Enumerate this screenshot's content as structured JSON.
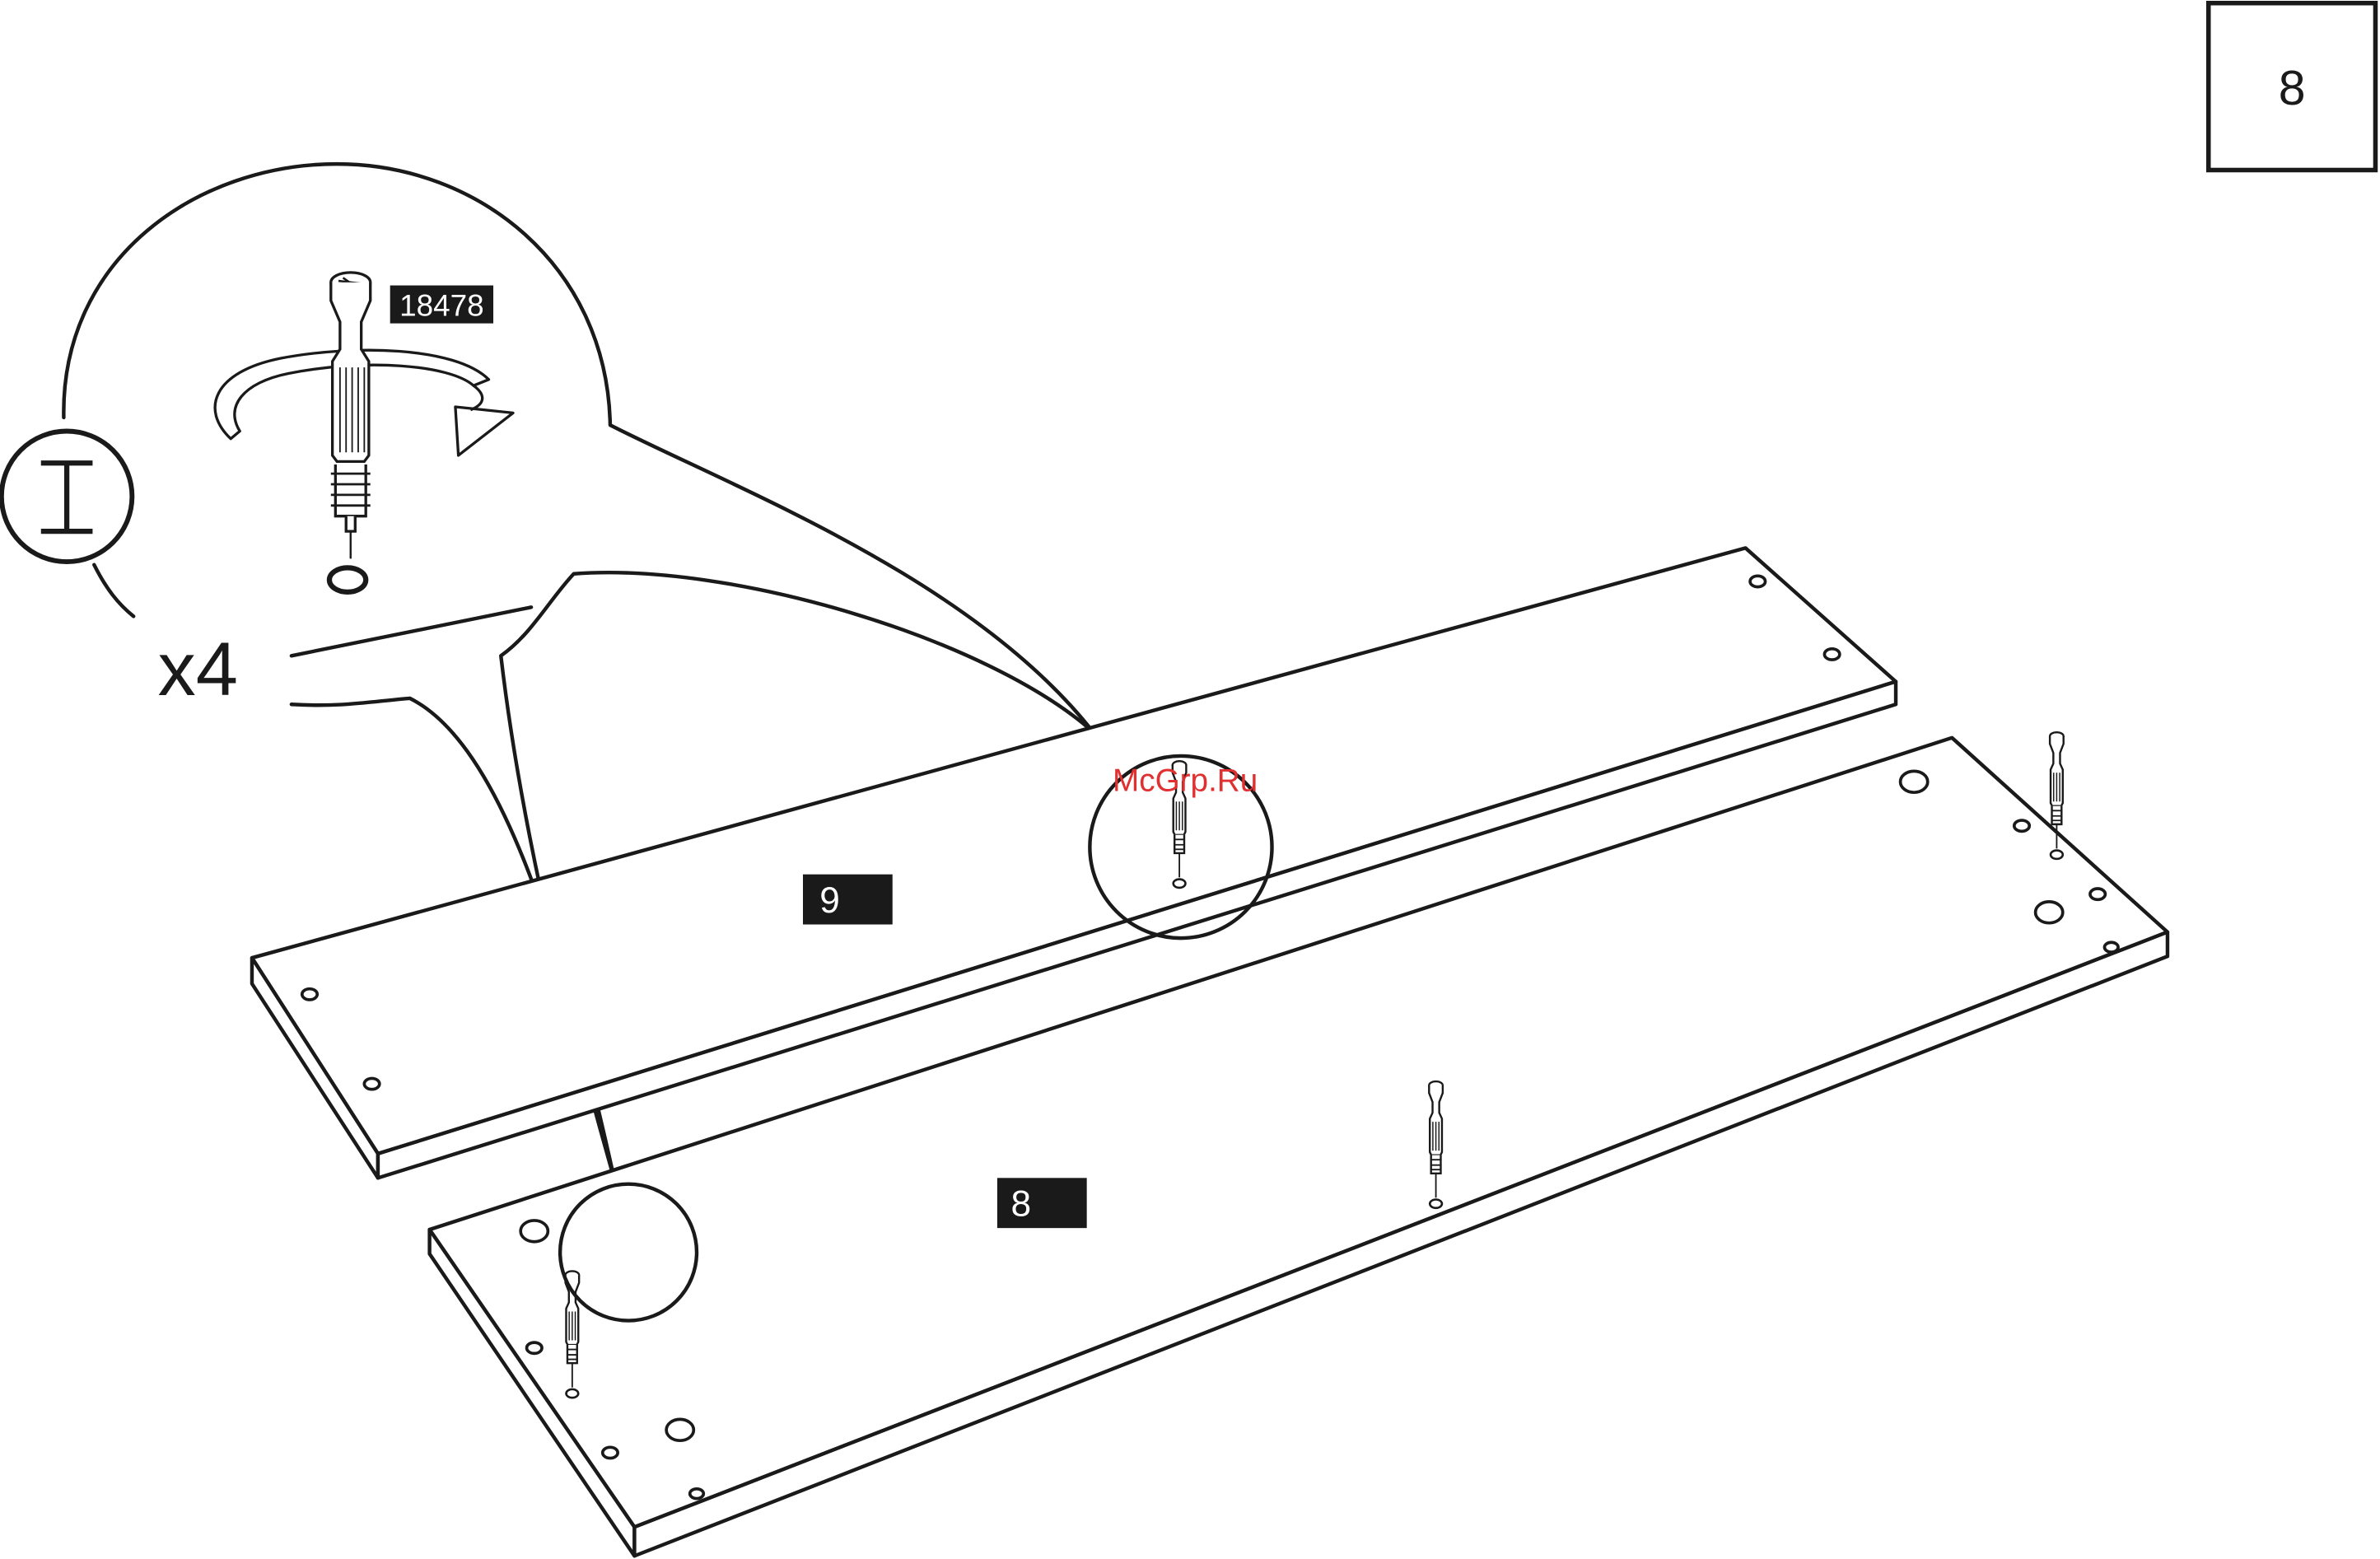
{
  "step": {
    "number": "8"
  },
  "detail": {
    "part_code": "18478",
    "quantity": "x4",
    "tool_icon": "flat-screwdriver-icon",
    "rotation_icon": "rotate-clockwise-arrow-icon"
  },
  "panels": {
    "upper": {
      "label": "9"
    },
    "lower": {
      "label": "8"
    }
  },
  "watermark": {
    "text": "McGrp.Ru",
    "color": "#e03030"
  },
  "colors": {
    "line": "#1a1a1a",
    "label_bg": "#1a1a1a",
    "label_fg": "#ffffff"
  }
}
